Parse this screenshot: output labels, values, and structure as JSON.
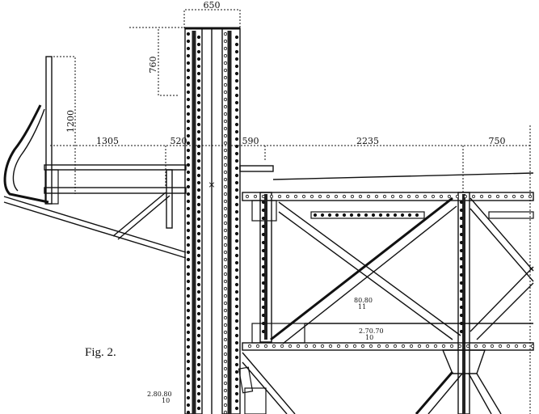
{
  "figure": {
    "caption": "Fig. 2.",
    "dimensions": {
      "column_width": "650",
      "top_offset": "760",
      "railing_height": "1200",
      "bracket_span": "1305",
      "left_half_column": "520",
      "right_half_column": "590",
      "panel_span": "2235",
      "end_span": "750"
    },
    "section_labels": {
      "diagonal": {
        "profile": "80.80",
        "thickness": "11"
      },
      "bottom_chord": {
        "profile": "2.70.70",
        "thickness": "10"
      },
      "column": {
        "profile": "2.80.80",
        "thickness": "10"
      }
    }
  }
}
